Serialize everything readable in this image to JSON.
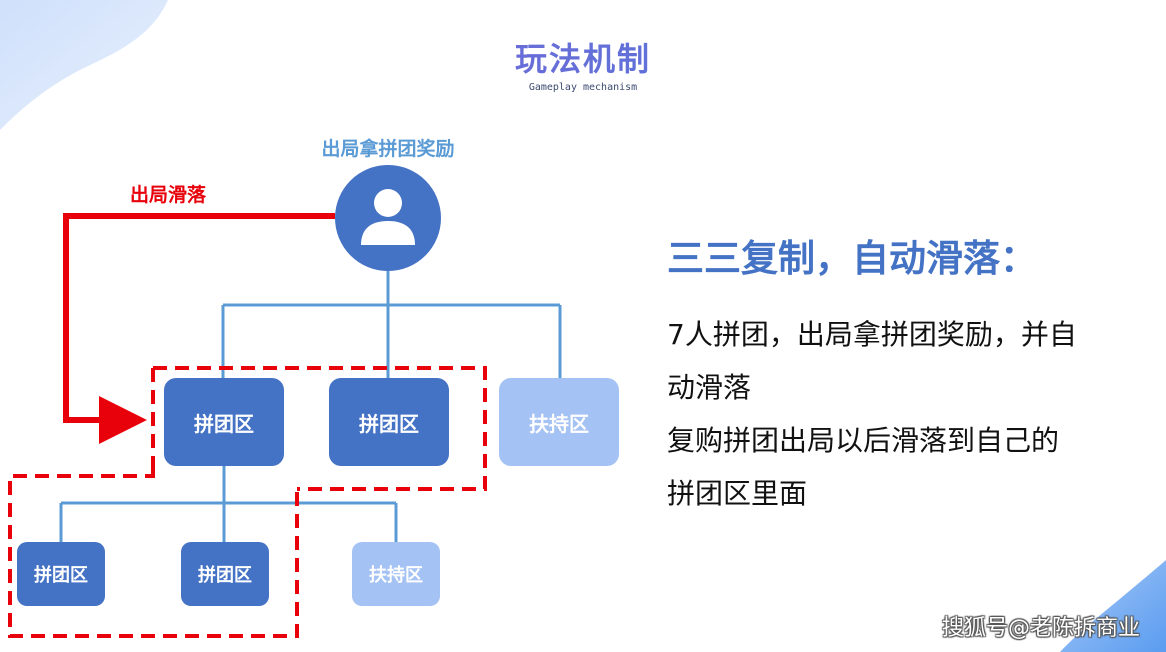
{
  "title": "玩法机制",
  "subtitle": "Gameplay mechanism",
  "diagram": {
    "root_label": "出局拿拼团奖励",
    "slide_label": "出局滑落",
    "avatar_icon": "user-icon",
    "level1": [
      {
        "label": "拼团区",
        "kind": "group"
      },
      {
        "label": "拼团区",
        "kind": "group"
      },
      {
        "label": "扶持区",
        "kind": "support"
      }
    ],
    "level2": [
      {
        "label": "拼团区",
        "kind": "group"
      },
      {
        "label": "拼团区",
        "kind": "group"
      },
      {
        "label": "扶持区",
        "kind": "support"
      }
    ],
    "colors": {
      "group_box": "#4472c4",
      "support_box": "#a4c2f4",
      "connector": "#5b9bd5",
      "slide_arrow": "#e8000b",
      "dashed_outline": "#e8000b"
    }
  },
  "right": {
    "heading": "三三复制，自动滑落：",
    "lines": [
      "7人拼团，出局拿拼团奖励，并自",
      "动滑落",
      "复购拼团出局以后滑落到自己的",
      "拼团区里面"
    ]
  },
  "watermark": "搜狐号@老陈拆商业"
}
